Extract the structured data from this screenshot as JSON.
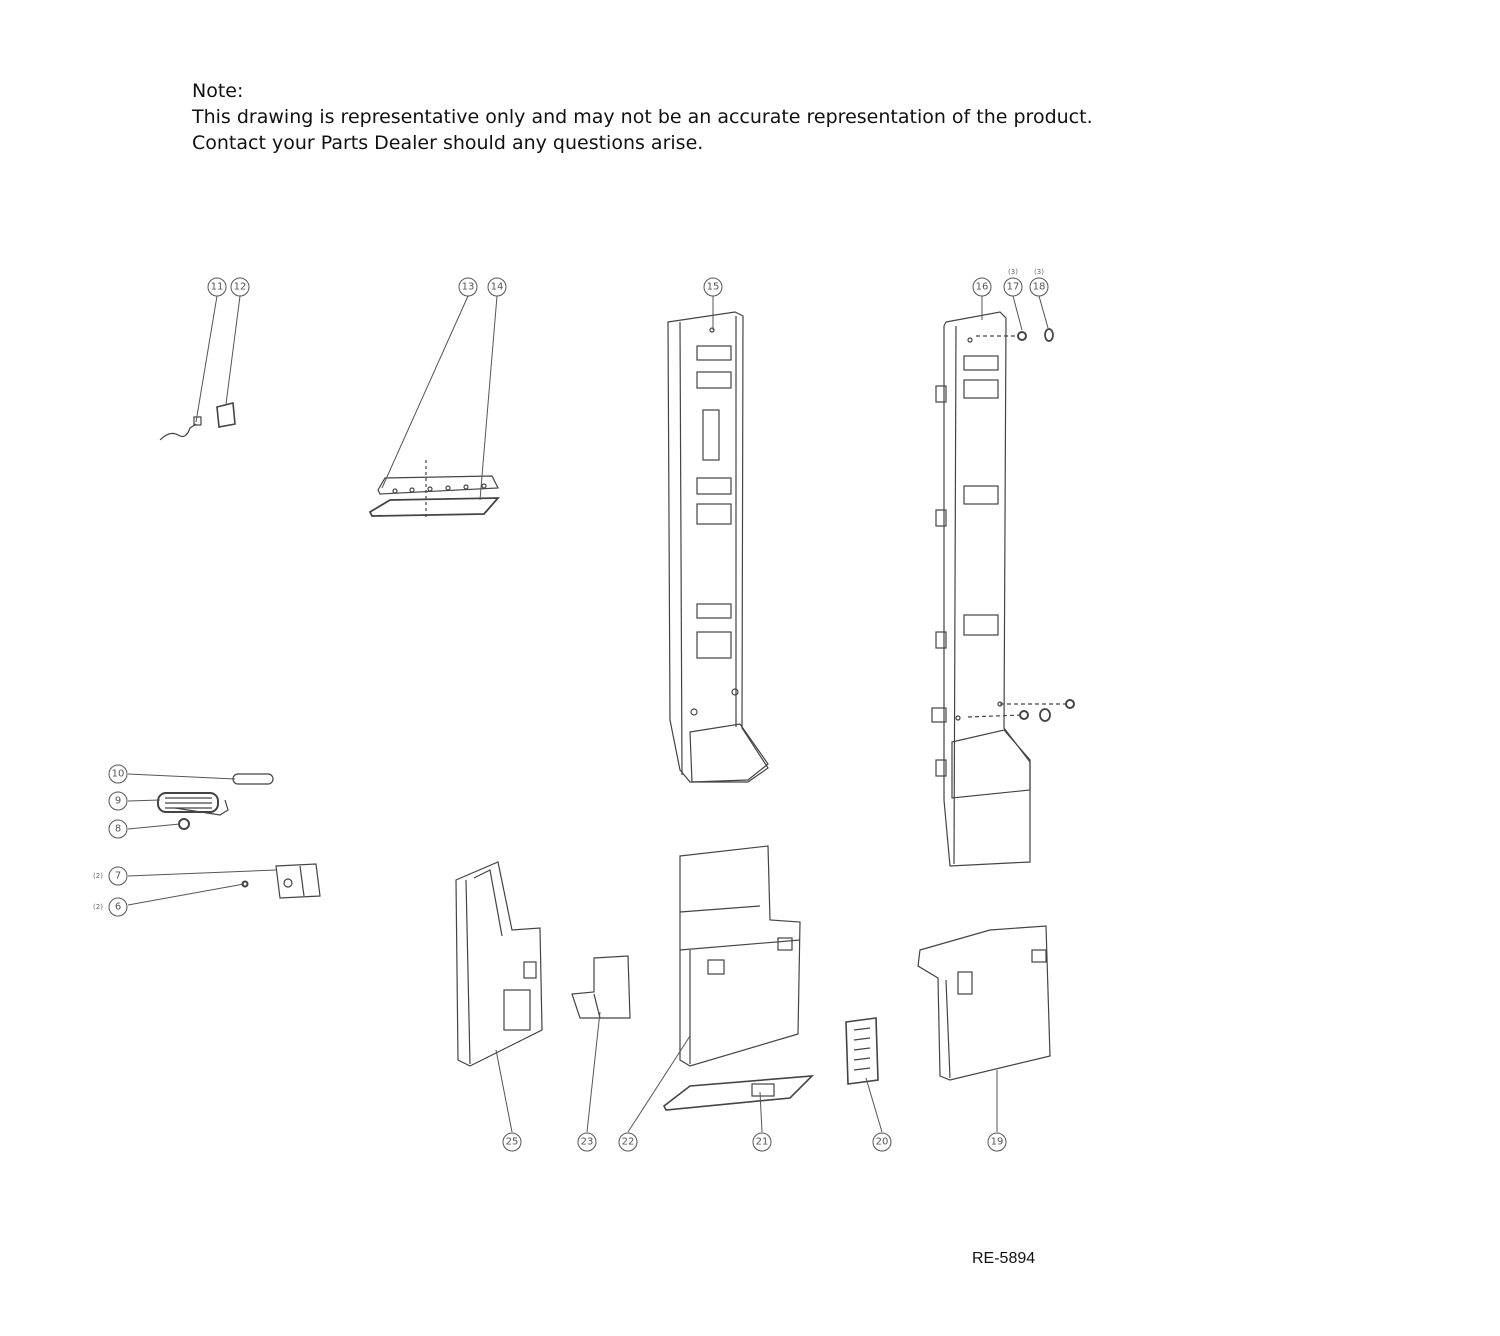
{
  "note": {
    "heading": "Note:",
    "line1": "This drawing is representative only and may not be an accurate representation of the product.",
    "line2": "Contact your Parts Dealer should any questions arise."
  },
  "document_number": "RE-5894",
  "callouts": {
    "c6": "6",
    "c7": "7",
    "c8": "8",
    "c9": "9",
    "c10": "10",
    "c11": "11",
    "c12": "12",
    "c13": "13",
    "c14": "14",
    "c15": "15",
    "c16": "16",
    "c17": "17",
    "c18": "18",
    "c19": "19",
    "c20": "20",
    "c21": "21",
    "c22": "22",
    "c23": "23",
    "c25": "25"
  },
  "quantities": {
    "q6": "(2)",
    "q7": "(2)",
    "q17": "(3)",
    "q18": "(3)"
  },
  "colors": {
    "line": "#333333",
    "leader": "#555555",
    "fill": "#ffffff"
  }
}
